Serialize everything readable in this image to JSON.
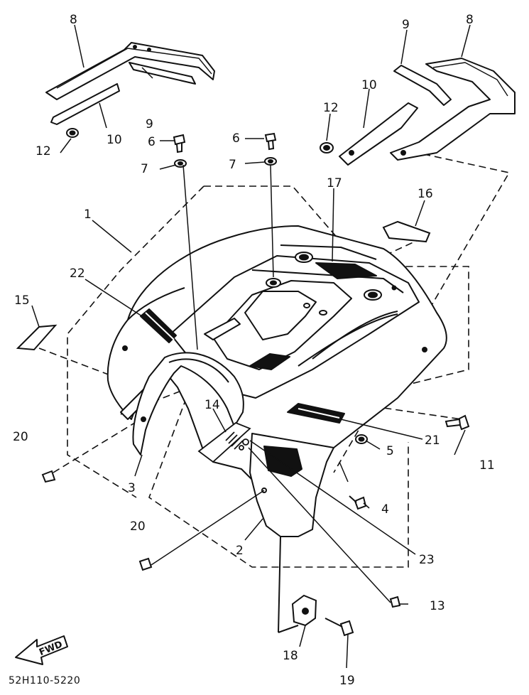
{
  "diagram": {
    "drawing_code": "52H110-5220",
    "direction_label": "FWD",
    "callouts": {
      "c1": "1",
      "c2": "2",
      "c3": "3",
      "c4": "4",
      "c5": "5",
      "c6a": "6",
      "c6b": "6",
      "c7a": "7",
      "c7b": "7",
      "c8a": "8",
      "c8b": "8",
      "c9a": "9",
      "c9b": "9",
      "c10a": "10",
      "c10b": "10",
      "c11": "11",
      "c12a": "12",
      "c12b": "12",
      "c13": "13",
      "c14": "14",
      "c15": "15",
      "c16": "16",
      "c17": "17",
      "c18": "18",
      "c19": "19",
      "c20a": "20",
      "c20b": "20",
      "c21": "21",
      "c22": "22",
      "c23": "23"
    }
  }
}
